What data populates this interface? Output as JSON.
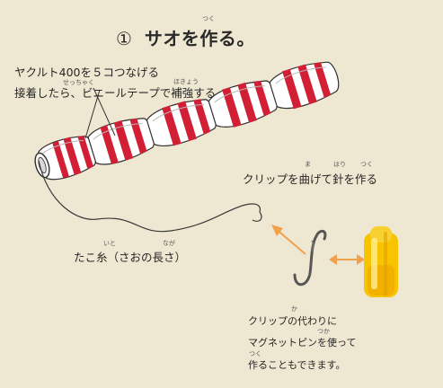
{
  "title": {
    "number": "①",
    "text": "サオを作る。",
    "ruby_tsuku": "つく"
  },
  "labels": {
    "yakult_line1": "ヤクルト400を５コつなげる",
    "yakult_line2": "接着したら、ビニールテープで補強する",
    "ruby_secchaku": "せっちゃく",
    "ruby_hokyou": "ほきょう",
    "clip": "クリップを曲げて針を作る",
    "ruby_ma": "ま",
    "ruby_hari": "はり",
    "ruby_tsuku2": "つく",
    "tako_line": "たこ糸（さおの長さ）",
    "ruby_ito": "いと",
    "ruby_naga": "なが",
    "alt1": "クリップの代わりに",
    "ruby_ka": "か",
    "alt2": "マグネットピンを使って",
    "ruby_tsuka": "つか",
    "alt3": "作ることもできます。",
    "ruby_tsuku3": "つく"
  },
  "colors": {
    "background": "#eee7d1",
    "red_band": "#d21f35",
    "bottle": "#ffffff",
    "outline": "#2f2f2f",
    "arrow": "#f0a14a",
    "magnet_pin": "#f8c400",
    "hook": "#555555"
  },
  "icons": {
    "fishing_rod": "yakult-bottle-rod",
    "hook": "clip-hook-icon",
    "magnet": "magnet-pin-icon",
    "arrow": "orange-arrow-icon"
  }
}
